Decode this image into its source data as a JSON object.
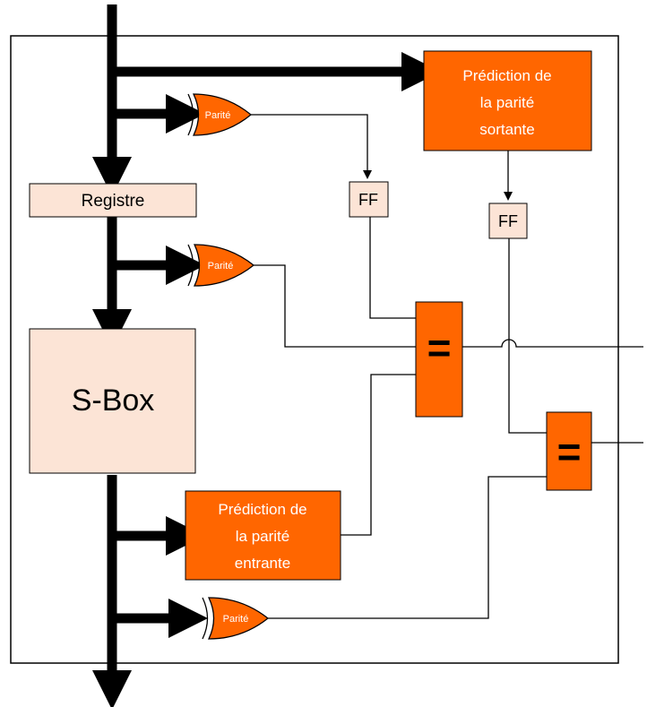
{
  "colors": {
    "block_orange": "#ff6600",
    "block_beige": "#fce4d6",
    "wire": "#000000"
  },
  "labels": {
    "registre": "Registre",
    "sbox": "S-Box",
    "ff_left": "FF",
    "ff_right": "FF",
    "parity_1": "Parité",
    "parity_2": "Parité",
    "parity_3": "Parité",
    "comparator_1": "=",
    "comparator_2": "=",
    "pred_out": {
      "line1": "Prédiction de",
      "line2": "la parité",
      "line3": "sortante"
    },
    "pred_in": {
      "line1": "Prédiction de",
      "line2": "la parité",
      "line3": "entrante"
    }
  }
}
